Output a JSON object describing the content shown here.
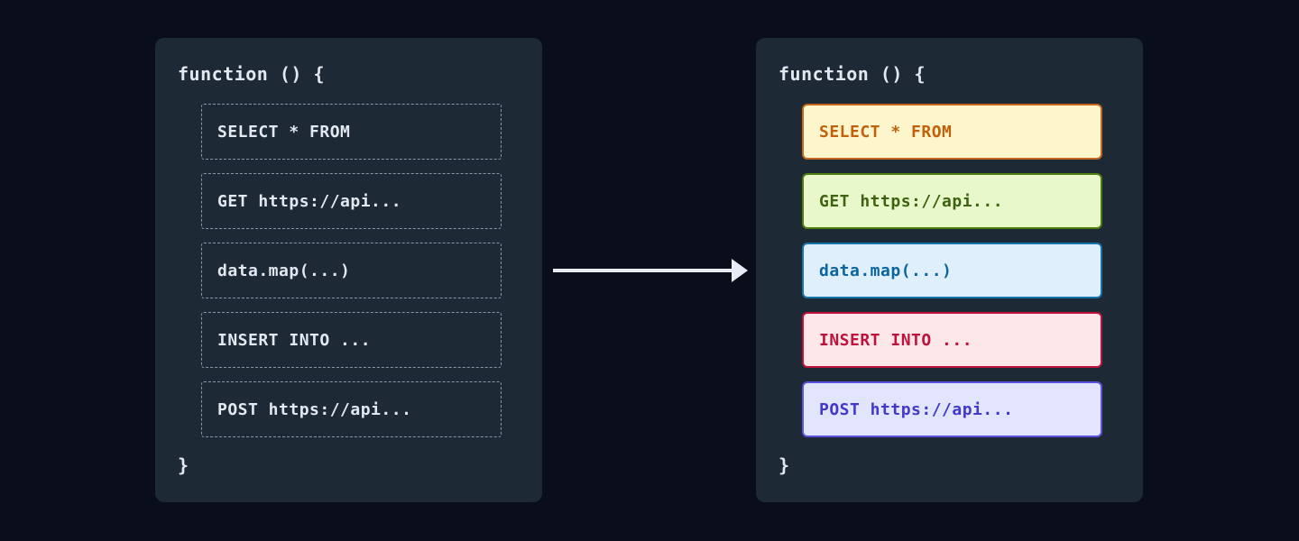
{
  "diagram": {
    "description": "code transformation diagram: plain snippets to color-classified snippets",
    "background_color": "#0a0e1a",
    "panel_color": "#1e2936",
    "arrow": {
      "icon": "right-arrow",
      "color": "#e8ecf4"
    }
  },
  "left_panel": {
    "header": "function () {",
    "footer": "}",
    "text_color": "#e2e8f0",
    "box_border_color": "#8b95a5",
    "items": [
      {
        "label": "SELECT * FROM"
      },
      {
        "label": "GET https://api..."
      },
      {
        "label": "data.map(...)"
      },
      {
        "label": "INSERT INTO ..."
      },
      {
        "label": "POST https://api..."
      }
    ]
  },
  "right_panel": {
    "header": "function () {",
    "footer": "}",
    "items": [
      {
        "label": "SELECT * FROM",
        "bg": "#fdf5cc",
        "border": "#c4661d",
        "text": "#c2610c"
      },
      {
        "label": "GET https://api...",
        "bg": "#e9f8cb",
        "border": "#4d7c0f",
        "text": "#3f6212"
      },
      {
        "label": "data.map(...)",
        "bg": "#dff0fc",
        "border": "#1673ae",
        "text": "#0b649d"
      },
      {
        "label": "INSERT INTO ...",
        "bg": "#fde7e9",
        "border": "#be123c",
        "text": "#be123c"
      },
      {
        "label": "POST https://api...",
        "bg": "#e2e5fb",
        "border": "#5a51dd",
        "text": "#4338ca"
      }
    ]
  }
}
